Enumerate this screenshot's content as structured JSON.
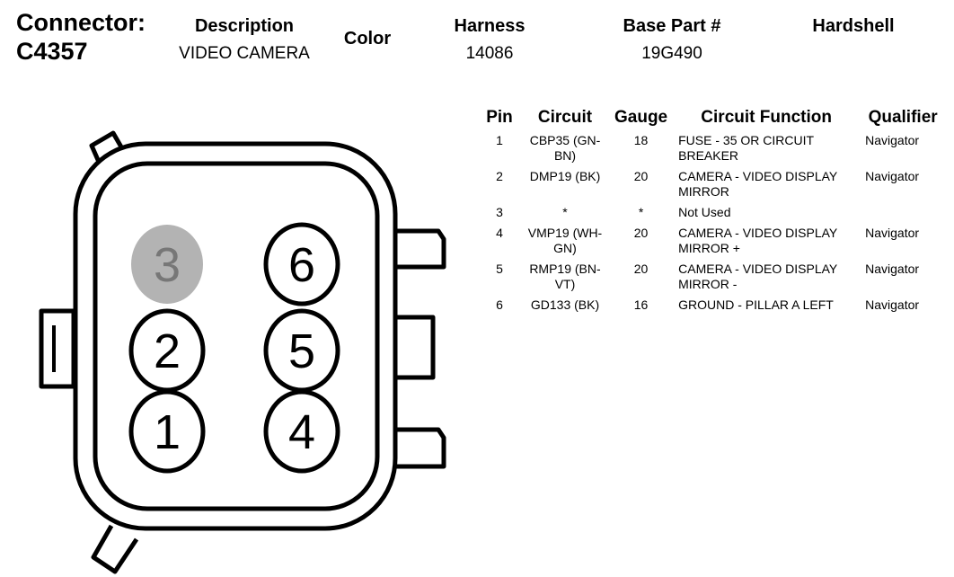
{
  "header": {
    "connector_label": "Connector:",
    "connector_id": "C4357",
    "description_label": "Description",
    "description_value": "VIDEO CAMERA",
    "color_label": "Color",
    "harness_label": "Harness",
    "harness_value": "14086",
    "base_part_label": "Base Part #",
    "base_part_value": "19G490",
    "hardshell_label": "Hardshell"
  },
  "diagram": {
    "pins": [
      {
        "label": "3",
        "used": false
      },
      {
        "label": "6",
        "used": true
      },
      {
        "label": "2",
        "used": true
      },
      {
        "label": "5",
        "used": true
      },
      {
        "label": "1",
        "used": true
      },
      {
        "label": "4",
        "used": true
      }
    ],
    "unused_pin_color": "#b3b3b3"
  },
  "table": {
    "headers": [
      "Pin",
      "Circuit",
      "Gauge",
      "Circuit Function",
      "Qualifier"
    ],
    "rows": [
      {
        "pin": "1",
        "circuit": "CBP35 (GN-BN)",
        "gauge": "18",
        "function": "FUSE - 35 OR CIRCUIT BREAKER",
        "qualifier": "Navigator"
      },
      {
        "pin": "2",
        "circuit": "DMP19 (BK)",
        "gauge": "20",
        "function": "CAMERA - VIDEO DISPLAY MIRROR",
        "qualifier": "Navigator"
      },
      {
        "pin": "3",
        "circuit": "*",
        "gauge": "*",
        "function": "Not Used",
        "qualifier": ""
      },
      {
        "pin": "4",
        "circuit": "VMP19 (WH-GN)",
        "gauge": "20",
        "function": "CAMERA - VIDEO DISPLAY MIRROR +",
        "qualifier": "Navigator"
      },
      {
        "pin": "5",
        "circuit": "RMP19 (BN-VT)",
        "gauge": "20",
        "function": "CAMERA - VIDEO DISPLAY MIRROR -",
        "qualifier": "Navigator"
      },
      {
        "pin": "6",
        "circuit": "GD133 (BK)",
        "gauge": "16",
        "function": "GROUND - PILLAR A LEFT",
        "qualifier": "Navigator"
      }
    ]
  }
}
